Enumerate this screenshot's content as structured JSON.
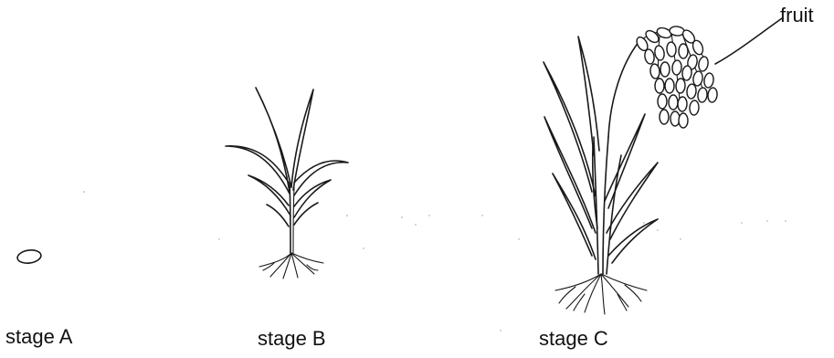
{
  "labels": {
    "stage_a": "stage A",
    "stage_b": "stage B",
    "stage_c": "stage C",
    "fruit": "fruit"
  }
}
